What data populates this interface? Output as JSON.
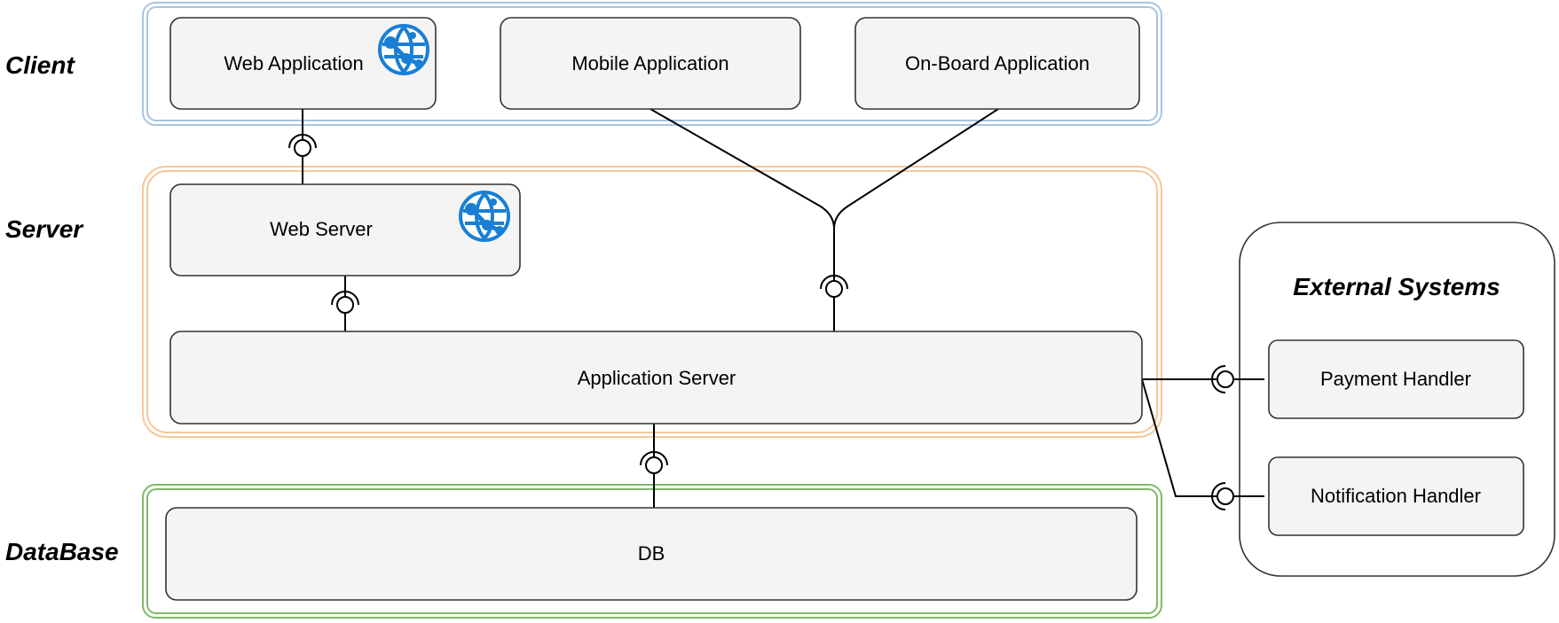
{
  "tiers": {
    "client": "Client",
    "server": "Server",
    "database": "DataBase"
  },
  "components": {
    "web_application": "Web Application",
    "mobile_application": "Mobile Application",
    "onboard_application": "On-Board Application",
    "web_server": "Web Server",
    "application_server": "Application Server",
    "db": "DB",
    "payment_handler": "Payment Handler",
    "notification_handler": "Notification Handler"
  },
  "external": {
    "title": "External Systems"
  },
  "icons": {
    "web_application": "globe-network-icon",
    "web_server": "globe-network-icon"
  },
  "colors": {
    "client_border": "#a9c4e0",
    "server_border": "#f6c79a",
    "database_border": "#7fb86a",
    "icon_blue": "#1a7fd4"
  }
}
